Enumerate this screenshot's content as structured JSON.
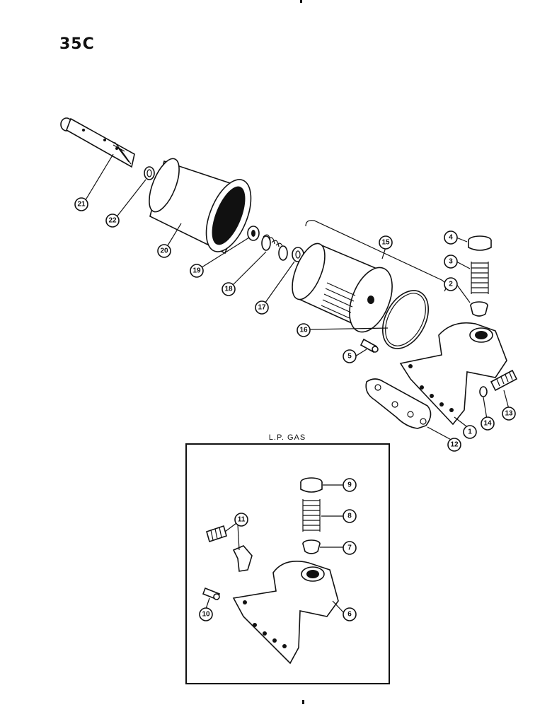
{
  "page": {
    "code": "35C"
  },
  "inset": {
    "title": "L.P. GAS"
  },
  "callouts": {
    "c1": "1",
    "c2": "2",
    "c3": "3",
    "c4": "4",
    "c5": "5",
    "c6": "6",
    "c7": "7",
    "c8": "8",
    "c9": "9",
    "c10": "10",
    "c11": "11",
    "c12": "12",
    "c13": "13",
    "c14": "14",
    "c15": "15",
    "c16": "16",
    "c17": "17",
    "c18": "18",
    "c19": "19",
    "c20": "20",
    "c21": "21",
    "c22": "22"
  }
}
